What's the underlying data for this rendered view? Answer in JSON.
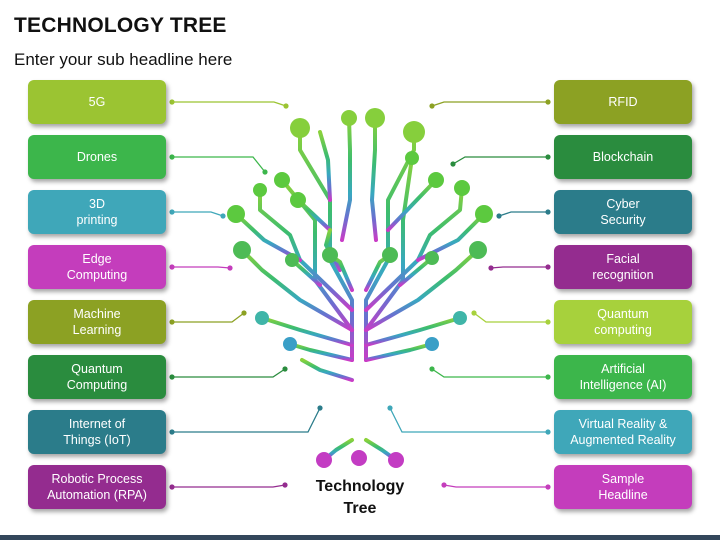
{
  "title": "TECHNOLOGY TREE",
  "subtitle": "Enter your sub headline here",
  "tree_label": "Technology\nTree",
  "colors": {
    "lime": "#9bc432",
    "green": "#3cb64b",
    "teal": "#3fa7b9",
    "magenta": "#c43dbc",
    "olive": "#8ca123",
    "darkgreen": "#2a8c3e",
    "darkteal": "#2b7c8a",
    "purple": "#942c8f",
    "lightgreen": "#a7d13c"
  },
  "left_items": [
    {
      "label": "5G",
      "color": "#9bc432"
    },
    {
      "label": "Drones",
      "color": "#3cb64b"
    },
    {
      "label": "3D\nprinting",
      "color": "#3fa7b9"
    },
    {
      "label": "Edge\nComputing",
      "color": "#c43dbc"
    },
    {
      "label": "Machine\nLearning",
      "color": "#8ca123"
    },
    {
      "label": "Quantum\nComputing",
      "color": "#2a8c3e"
    },
    {
      "label": "Internet of\nThings (IoT)",
      "color": "#2b7c8a"
    },
    {
      "label": "Robotic Process\nAutomation (RPA)",
      "color": "#942c8f"
    }
  ],
  "right_items": [
    {
      "label": "RFID",
      "color": "#8ca123"
    },
    {
      "label": "Blockchain",
      "color": "#2a8c3e"
    },
    {
      "label": "Cyber\nSecurity",
      "color": "#2b7c8a"
    },
    {
      "label": "Facial\nrecognition",
      "color": "#942c8f"
    },
    {
      "label": "Quantum\ncomputing",
      "color": "#a7d13c"
    },
    {
      "label": "Artificial\nIntelligence (AI)",
      "color": "#3cb64b"
    },
    {
      "label": "Virtual Reality &\nAugmented Reality",
      "color": "#3fa7b9"
    },
    {
      "label": "Sample\nHeadline",
      "color": "#c43dbc"
    }
  ]
}
